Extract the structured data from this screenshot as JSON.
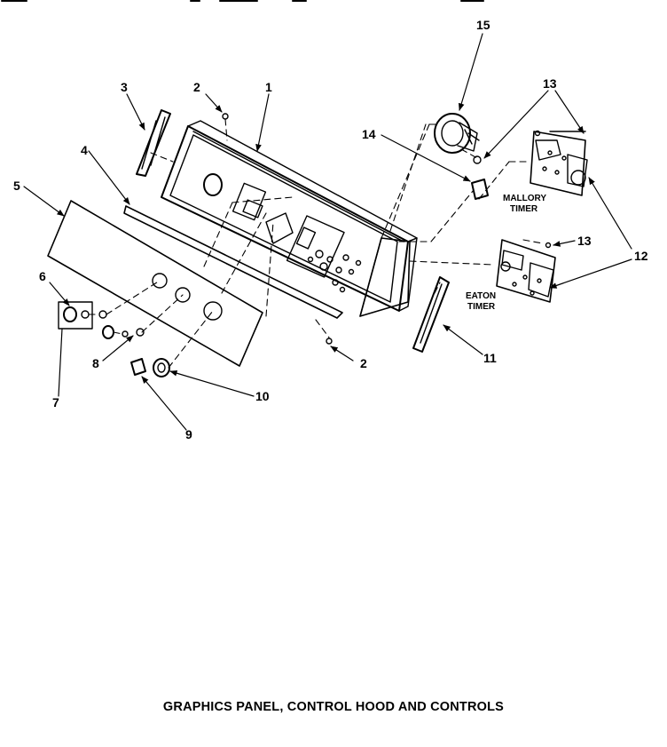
{
  "caption": "GRAPHICS PANEL, CONTROL HOOD AND CONTROLS",
  "callouts": {
    "c1": "1",
    "c2a": "2",
    "c2b": "2",
    "c3": "3",
    "c4": "4",
    "c5": "5",
    "c6": "6",
    "c7": "7",
    "c8": "8",
    "c9": "9",
    "c10": "10",
    "c11": "11",
    "c12": "12",
    "c13a": "13",
    "c13b": "13",
    "c14": "14",
    "c15": "15"
  },
  "labels": {
    "mallory_1": "MALLORY",
    "mallory_2": "TIMER",
    "eaton_1": "EATON",
    "eaton_2": "TIMER"
  }
}
